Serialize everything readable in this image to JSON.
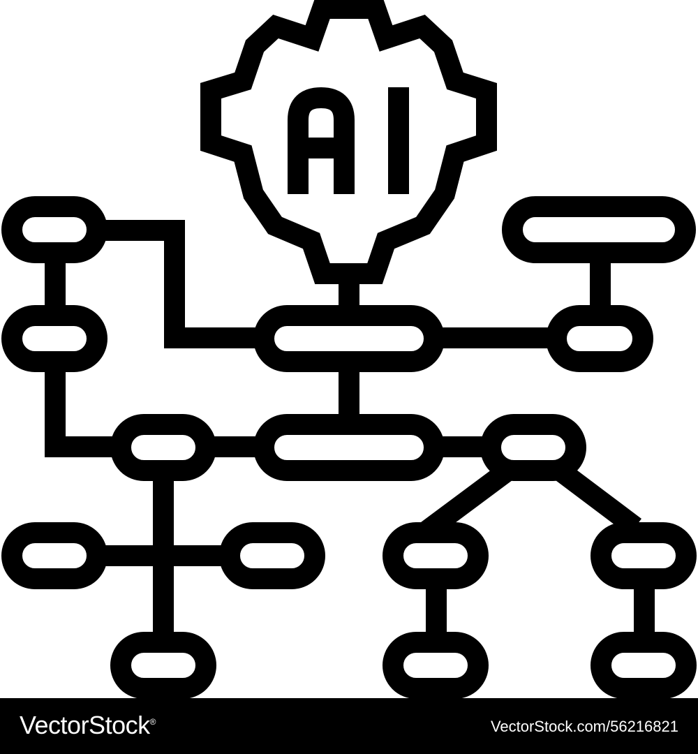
{
  "icon": {
    "gear_label": "AI",
    "stroke_color": "#000000",
    "fill_color": "#ffffff"
  },
  "footer": {
    "brand": "VectorStock",
    "brand_mark": "®",
    "stock_id": "VectorStock.com/56216821",
    "background": "#000000",
    "text_color": "#ffffff"
  }
}
